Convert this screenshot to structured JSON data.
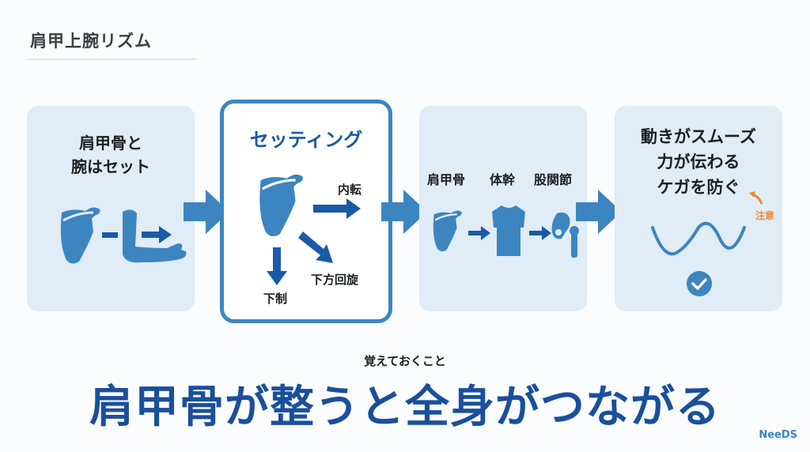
{
  "header": {
    "title": "肩甲上腕リズム"
  },
  "cards": [
    {
      "lines": [
        "肩甲骨と",
        "腕はセット"
      ]
    },
    {
      "title": "セッティング",
      "labels": {
        "internal_rotation": "内転",
        "depression": "下制",
        "downward_rotation": "下方回旋"
      }
    },
    {
      "labels": [
        "肩甲骨",
        "体幹",
        "股関節"
      ]
    },
    {
      "lines": [
        "動きがスムーズ",
        "力が伝わる",
        "ケガを防ぐ"
      ],
      "note": "注意"
    }
  ],
  "footer": {
    "subtitle": "覚えておくこと",
    "headline": "肩甲骨が整うと全身がつながる",
    "brand": "NeeDS"
  },
  "colors": {
    "accent": "#3d85c0",
    "dark_accent": "#1a4f9c",
    "card_bg": "#e0ecf6",
    "warning": "#ef8a2e"
  }
}
